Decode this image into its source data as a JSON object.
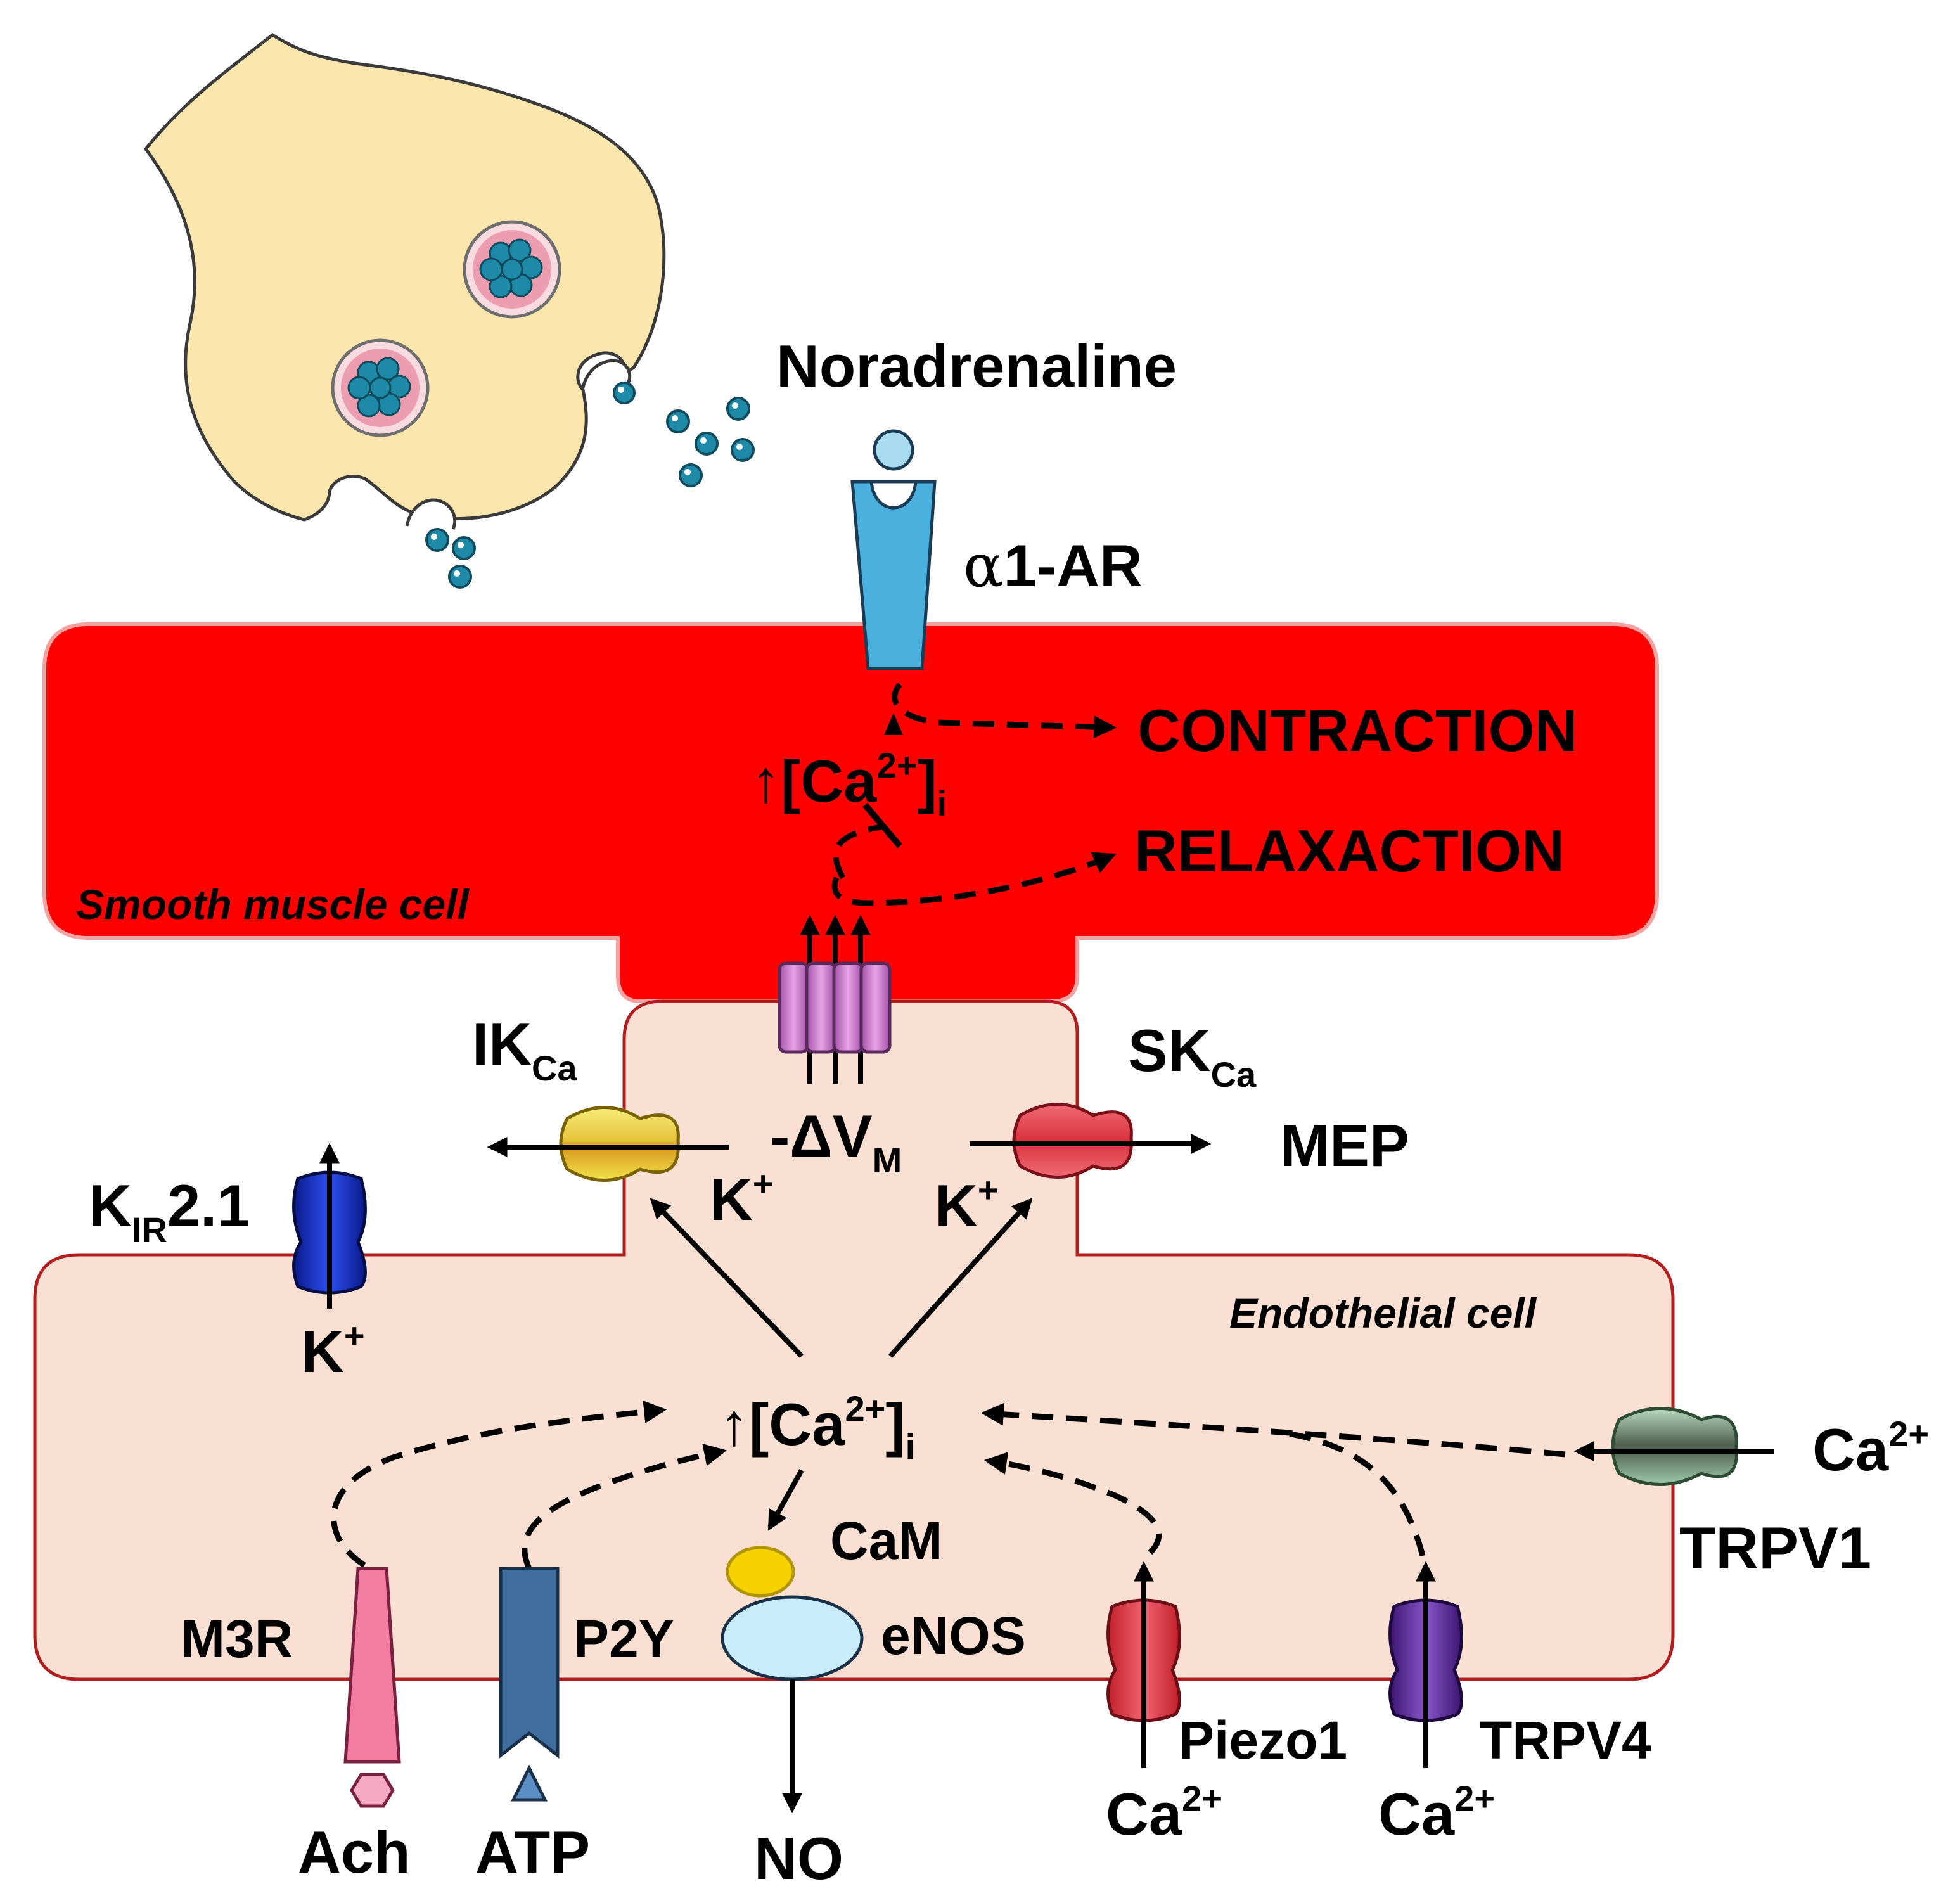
{
  "labels": {
    "noradrenaline": "Noradrenaline",
    "alpha_prefix": "α",
    "alpha_suffix": "1-AR",
    "contraction": "CONTRACTION",
    "relaxation": "RELAXACTION",
    "smooth_muscle": "Smooth muscle cell",
    "endothelial": "Endothelial cell",
    "ik_main": "IK",
    "ik_sub": "Ca",
    "sk_main": "SK",
    "sk_sub": "Ca",
    "mep": "MEP",
    "kir_main": "K",
    "kir_sub": "IR",
    "kir_suffix": "2.1",
    "dvm_main": "-ΔV",
    "dvm_sub": "M",
    "k_main": "K",
    "k_sup": "+",
    "ca_bracket_open": "↑[Ca",
    "ca_sup": "2+",
    "ca_bracket_close": "]",
    "ca_sub": "i",
    "ca_ion_main": "Ca",
    "ca_ion_sup": "2+",
    "cam": "CaM",
    "enos": "eNOS",
    "no": "NO",
    "m3r": "M3R",
    "p2y": "P2Y",
    "ach": "Ach",
    "atp": "ATP",
    "piezo1": "Piezo1",
    "trpv4": "TRPV4",
    "trpv1": "TRPV1"
  },
  "colors": {
    "nerve_fill": "#fbe6ad",
    "smc_fill": "#ff0000",
    "endo_fill": "#f9e0d2",
    "endo_border": "#b21e1e",
    "vesicle": "#1f8aa8",
    "alpha_receptor": "#4ab0dd",
    "gap_channel": "#d983d8",
    "ikca": "#f1e14a",
    "skca": "#e8434f",
    "kir": "#1d33c9",
    "m3r": "#f37da0",
    "p2y": "#3e6d9e",
    "enos": "#c9ecfa",
    "cam": "#f8d200",
    "piezo1": "#e2323d",
    "trpv4": "#5b2c96",
    "trpv1": "#8fbc9a"
  }
}
